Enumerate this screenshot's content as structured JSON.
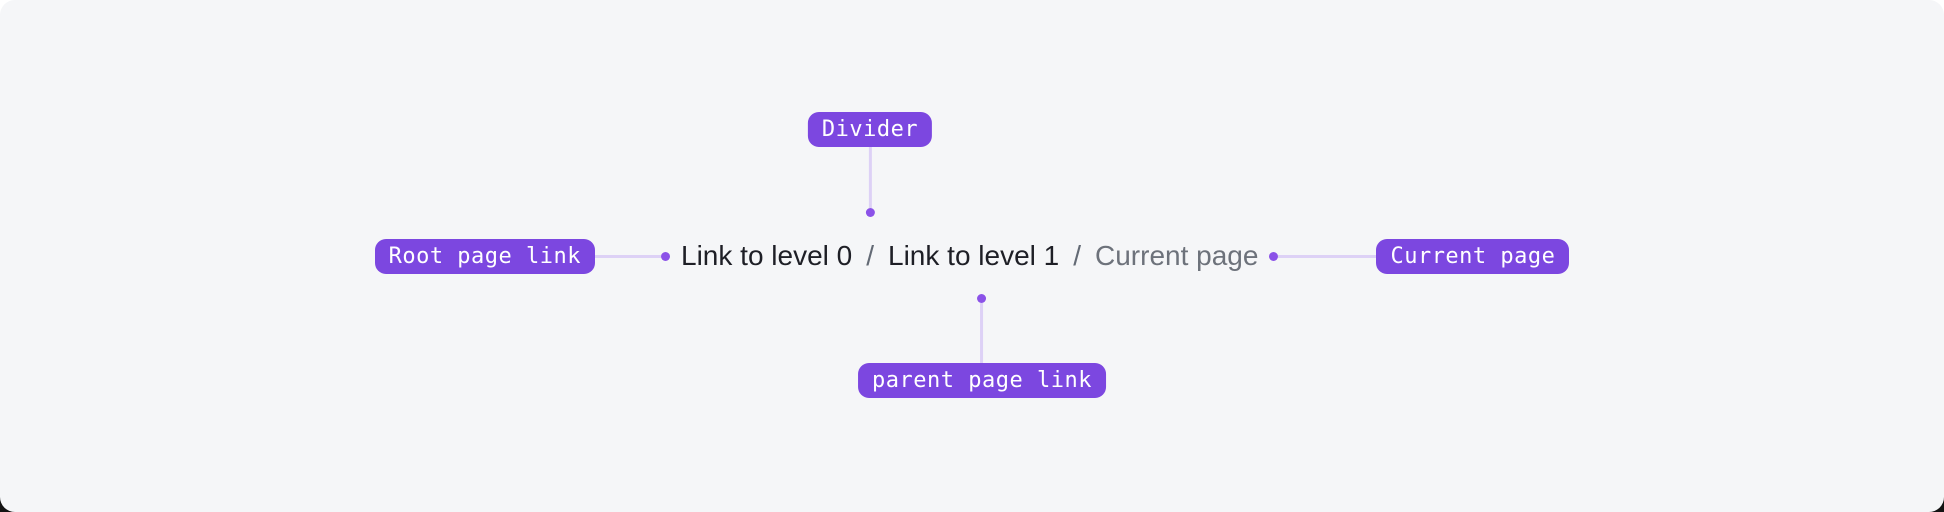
{
  "theme": {
    "card_bg": "#f5f6f8",
    "accent": "#7c47e0",
    "pill_text": "#ffffff",
    "connector": "#ddd1f6",
    "dot": "#8b52e8",
    "link_color": "#1e1f26",
    "divider_color": "#636a75",
    "muted_color": "#6d727b"
  },
  "breadcrumb": {
    "divider": "/",
    "items": [
      {
        "label": "Link to level 0",
        "role": "link"
      },
      {
        "label": "Link to level 1",
        "role": "link"
      },
      {
        "label": "Current page",
        "role": "current"
      }
    ]
  },
  "annotations": {
    "divider_label": "Divider",
    "root_label": "Root page link",
    "current_label": "Current page",
    "parent_label": "parent page link"
  }
}
